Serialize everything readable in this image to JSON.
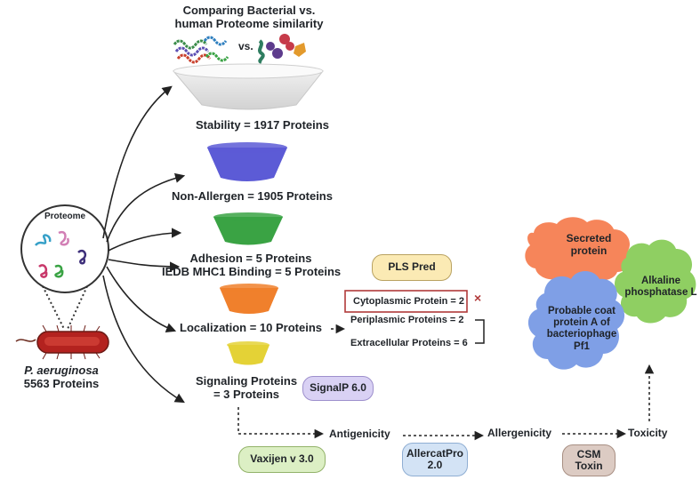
{
  "title_line1": "Comparing Bacterial vs.",
  "title_line2": "human Proteome similarity",
  "vs_label": "vs.",
  "proteome_label": "Proteome",
  "organism_name": "P.  aeruginosa",
  "organism_count": "5563 Proteins",
  "funnel": {
    "stability": "Stability = 1917 Proteins",
    "non_allergen": "Non-Allergen = 1905 Proteins",
    "adhesion": "Adhesion = 5 Proteins",
    "iedb": "IEDB MHC1 Binding = 5 Proteins",
    "localization": "Localization = 10 Proteins",
    "signaling_line1": "Signaling Proteins",
    "signaling_line2": "= 3 Proteins"
  },
  "tools": {
    "pls_pred": "PLS Pred",
    "signalp": "SignalP 6.0",
    "vaxijen": "Vaxijen v 3.0",
    "allercatpro_line1": "AllercatPro",
    "allercatpro_line2": "2.0",
    "csm_line1": "CSM",
    "csm_line2": "Toxin"
  },
  "localization_results": {
    "cytoplasmic": "Cytoplasmic Protein = 2",
    "periplasmic": "Periplasmic Proteins = 2",
    "extracellular": "Extracellular Proteins = 6",
    "reject_mark": "×"
  },
  "pipeline": {
    "antigenicity": "Antigenicity",
    "allergenicity": "Allergenicity",
    "toxicity": "Toxicity"
  },
  "results": {
    "secreted_line1": "Secreted",
    "secreted_line2": "protein",
    "alkaline_line1": "Alkaline",
    "alkaline_line2": "phosphatase L",
    "coat_line1": "Probable coat",
    "coat_line2": "protein A of",
    "coat_line3": "bacteriophage",
    "coat_line4": "Pf1"
  },
  "colors": {
    "funnel_white": "#e6e6e6",
    "funnel_blue": "#5c5bd6",
    "funnel_green": "#3aa344",
    "funnel_orange": "#f0802c",
    "funnel_yellow": "#e4d236",
    "pill_yellow": "#fbeab4",
    "pill_purple": "#d9d1f4",
    "pill_green": "#dcefc4",
    "pill_blue": "#d3e3f5",
    "pill_mauve": "#dccbc3",
    "blob_orange": "#f6855a",
    "blob_green": "#8fcf62",
    "blob_blue": "#7f9fe6",
    "reject_red": "#b13a3a"
  }
}
